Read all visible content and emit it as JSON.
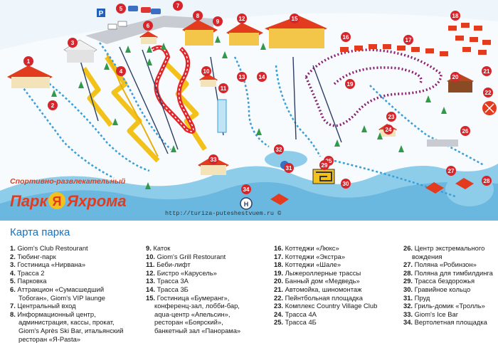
{
  "brand": {
    "subtitle": "Спортивно-развлекательный",
    "name_left": "Парк",
    "name_right": "Яхрома",
    "logo_letter": "Я"
  },
  "watermark": "http://turiza-puteshestvuem.ru ©",
  "legend": {
    "title": "Карта парка",
    "columns": [
      [
        {
          "num": "1.",
          "text": "Giom's Club Restourant"
        },
        {
          "num": "2.",
          "text": "Тюбинг-парк"
        },
        {
          "num": "3.",
          "text": "Гостиница «Нирвана»"
        },
        {
          "num": "4.",
          "text": "Трасса 2"
        },
        {
          "num": "5.",
          "text": "Парковка"
        },
        {
          "num": "6.",
          "text": "Аттракцион «Сумасшедший"
        },
        {
          "num": "",
          "text": "Тобоган», Giom's VIP launge"
        },
        {
          "num": "7.",
          "text": "Центральный вход"
        },
        {
          "num": "8.",
          "text": "Информационный центр,"
        },
        {
          "num": "",
          "text": "администрация, кассы, прокат,"
        },
        {
          "num": "",
          "text": "Giom's Après Ski Bar, итальянский"
        },
        {
          "num": "",
          "text": "ресторан «Я-Pasta»"
        }
      ],
      [
        {
          "num": "9.",
          "text": "Каток"
        },
        {
          "num": "10.",
          "text": "Giom's Grill Restourant"
        },
        {
          "num": "11.",
          "text": "Беби-лифт"
        },
        {
          "num": "12.",
          "text": "Бистро «Карусель»"
        },
        {
          "num": "13.",
          "text": "Трасса 3А"
        },
        {
          "num": "14.",
          "text": "Трасса 3Б"
        },
        {
          "num": "15.",
          "text": "Гостиница «Бумеранг»,"
        },
        {
          "num": "",
          "text": "конференц-зал, лобби-бар,"
        },
        {
          "num": "",
          "text": "aqua-центр «Апельсин»,"
        },
        {
          "num": "",
          "text": "ресторан «Боярский»,"
        },
        {
          "num": "",
          "text": "банкетный зал «Панорама»"
        }
      ],
      [
        {
          "num": "16.",
          "text": "Коттеджи «Люкс»"
        },
        {
          "num": "17.",
          "text": "Коттеджи «Экстра»"
        },
        {
          "num": "18.",
          "text": "Коттеджи «Шале»"
        },
        {
          "num": "19.",
          "text": "Лыжероллерные трассы"
        },
        {
          "num": "20.",
          "text": "Банный дом «Медведь»"
        },
        {
          "num": "21.",
          "text": "Автомойка, шиномонтаж"
        },
        {
          "num": "22.",
          "text": "Пейнтбольная площадка"
        },
        {
          "num": "23.",
          "text": "Комплекс Country Village Club"
        },
        {
          "num": "24.",
          "text": "Трасса 4А"
        },
        {
          "num": "25.",
          "text": "Трасса 4Б"
        }
      ],
      [
        {
          "num": "26.",
          "text": "Центр экстремального"
        },
        {
          "num": "",
          "text": "вождения"
        },
        {
          "num": "27.",
          "text": "Поляна «Робинзон»"
        },
        {
          "num": "28.",
          "text": "Поляна для тимбилдинга"
        },
        {
          "num": "29.",
          "text": "Трасса бездорожья"
        },
        {
          "num": "30.",
          "text": "Гравийное кольцо"
        },
        {
          "num": "31.",
          "text": "Пруд"
        },
        {
          "num": "32.",
          "text": "Гриль-домик «Тролль»"
        },
        {
          "num": "33.",
          "text": "Giom's Ice Bar"
        },
        {
          "num": "34.",
          "text": "Вертолетная площадка"
        }
      ]
    ]
  },
  "colors": {
    "snow": "#f4f9fd",
    "slope_yellow": "#f3c21a",
    "track_red": "#e0262b",
    "track_purple": "#8a1f73",
    "lift_dark": "#2c3e63",
    "trail_blue": "#3a9fd8",
    "water": "#7fc5e6",
    "marker_red": "#d7262b",
    "roof": "#e23b1e",
    "legend_blue": "#1e6fb8"
  }
}
